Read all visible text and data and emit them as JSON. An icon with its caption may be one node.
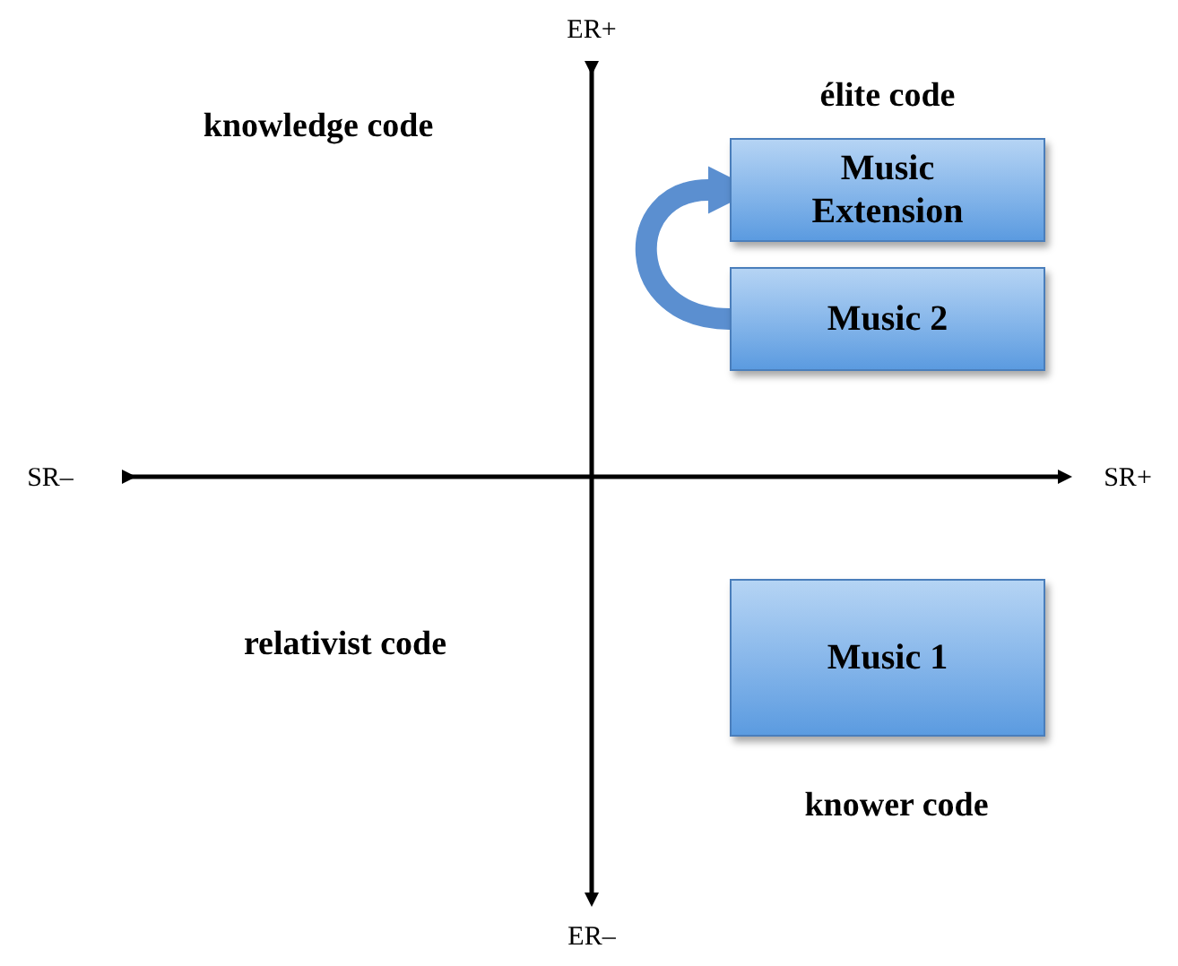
{
  "diagram": {
    "nodes": [
      {
        "text": [
          "Music Extension"
        ]
      },
      {
        "text": [
          "Music 2"
        ]
      },
      {
        "text": [
          "Music 1"
        ]
      }
    ],
    "edges": [
      {
        "from": 1,
        "to": 0,
        "arrow": "to",
        "color": "#5b8fd0"
      }
    ],
    "labels": [
      "ER+",
      "élite code",
      "knowledge code",
      "SR–",
      "SR+",
      "relativist code",
      "knower code",
      "ER–"
    ]
  }
}
